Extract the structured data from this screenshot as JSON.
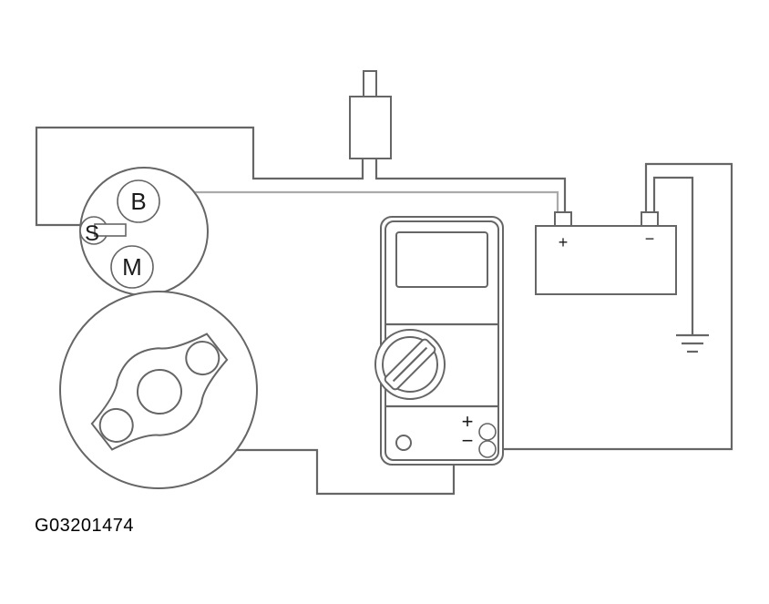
{
  "figure_code": "G03201474",
  "terminals": {
    "b": "B",
    "s": "S",
    "m": "M"
  },
  "battery": {
    "positive": "+",
    "negative": "−"
  },
  "meter": {
    "positive": "+",
    "negative": "−"
  },
  "colors": {
    "line": "#666666",
    "light_line": "#aaaaaa",
    "background": "#ffffff"
  }
}
